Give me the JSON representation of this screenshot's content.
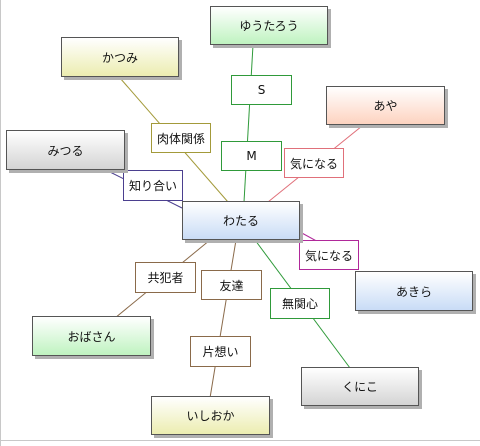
{
  "nodes": {
    "yutarou": "ゆうたろう",
    "katsumi": "かつみ",
    "aya": "あや",
    "mitsuru": "みつる",
    "wataru": "わたる",
    "akira": "あきら",
    "obasan": "おばさん",
    "kuniko": "くにこ",
    "ishiokа": "いしおか"
  },
  "relations": {
    "s": "S",
    "m": "M",
    "nikutai": "肉体関係",
    "kininaru_aya": "気になる",
    "shiriai": "知り合い",
    "kininaru_akira": "気になる",
    "kyouhan": "共犯者",
    "tomodachi": "友達",
    "mukanshin": "無関心",
    "kataomoi": "片想い"
  },
  "colors": {
    "green": "#2f9a3a",
    "olive": "#a39a3a",
    "red": "#e0707a",
    "purple": "#4b3f8f",
    "magenta": "#b0289a",
    "brown": "#8a6a4a"
  }
}
